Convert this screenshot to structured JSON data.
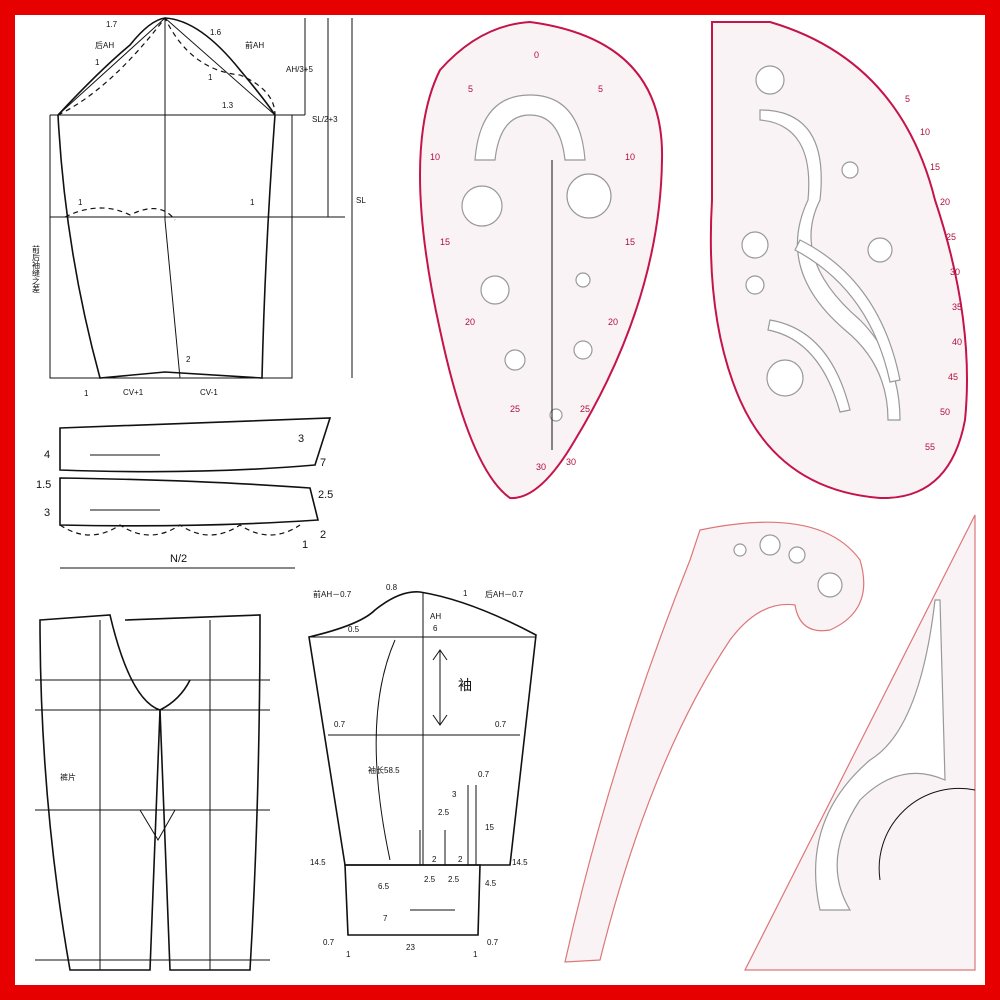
{
  "sleeve_draft": {
    "labels": {
      "back_ah": "后AH",
      "front_ah": "前AH",
      "v17": "1.7",
      "v16": "1.6",
      "v1a": "1",
      "v1b": "1",
      "v13": "1.3",
      "cap": "AH/3+5",
      "width": "SL/2+3",
      "sl": "SL",
      "v1c": "1",
      "v1d": "1",
      "diff": "前后袖缝之差",
      "v2": "2",
      "v1e": "1",
      "cv_plus": "CV+1",
      "cv_minus": "CV-1"
    }
  },
  "collar_draft": {
    "labels": {
      "v4": "4",
      "v15": "1.5",
      "v3a": "3",
      "v3b": "3",
      "v7": "7",
      "v25": "2.5",
      "v1": "1",
      "v2": "2",
      "n2": "N/2"
    }
  },
  "pants_draft": {
    "labels": {
      "note": "裤片"
    }
  },
  "shirt_sleeve_draft": {
    "labels": {
      "front": "前AH－0.7",
      "back": "后AH－0.7",
      "v08": "0.8",
      "v1": "1",
      "v05": "0.5",
      "ah": "AH",
      "v6": "6",
      "sleeve": "袖",
      "v07l": "0.7",
      "v07r": "0.7",
      "length": "袖长58.5",
      "v07t": "0.7",
      "v3": "3",
      "v25": "2.5",
      "v15": "15",
      "v2a": "2",
      "v2b": "2",
      "v145l": "14.5",
      "v145r": "14.5",
      "v25a": "2.5",
      "v25b": "2.5",
      "v45": "4.5",
      "v65": "6.5",
      "v7": "7",
      "v07bl": "0.7",
      "v07br": "0.7",
      "v1bl": "1",
      "v1br": "1",
      "v23": "23"
    }
  },
  "teardrop_ruler": {
    "scale": [
      "0",
      "5",
      "10",
      "15",
      "20",
      "25",
      "30",
      "5",
      "10",
      "15",
      "20",
      "25",
      "30"
    ]
  },
  "curve_ruler": {
    "scale": [
      "5",
      "10",
      "15",
      "20",
      "25",
      "30",
      "35",
      "40",
      "45",
      "50",
      "55"
    ]
  },
  "colors": {
    "border": "#e60000",
    "ruler_edge": "#c4144a"
  }
}
